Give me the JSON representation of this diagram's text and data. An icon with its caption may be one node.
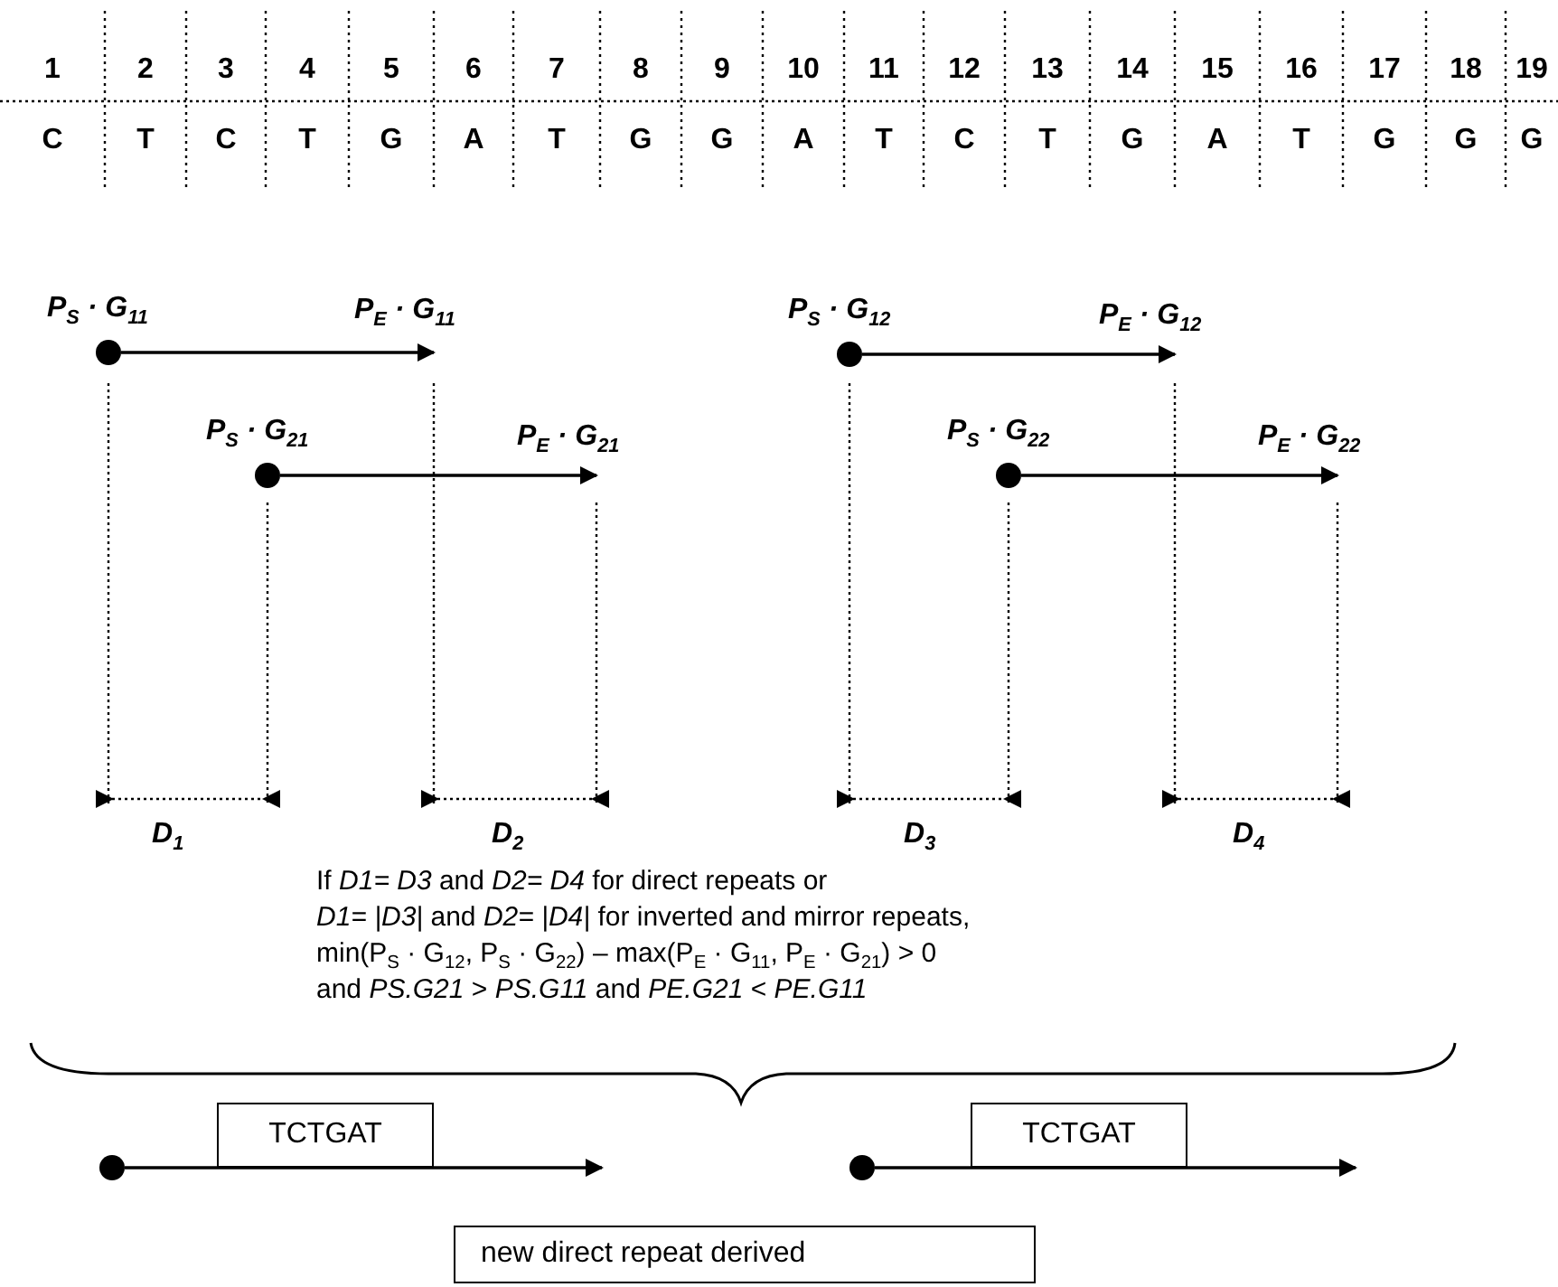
{
  "diagram": {
    "nodes": [
      {
        "text": [],
        "shape": "circle",
        "beside": [
          "P$_{S}$ · G$_{11}$"
        ]
      },
      {
        "text": [],
        "shape": "circle",
        "beside": [
          "P$_{S}$ · G$_{12}$"
        ]
      },
      {
        "text": [],
        "shape": "circle",
        "beside": [
          "P$_{S}$ · G$_{21}$"
        ]
      },
      {
        "text": [],
        "shape": "circle",
        "beside": [
          "P$_{S}$ · G$_{22}$"
        ]
      },
      {
        "text": [],
        "shape": "circle"
      },
      {
        "text": [
          "TCTGAT"
        ]
      },
      {
        "text": [],
        "shape": "circle"
      },
      {
        "text": [
          "TCTGAT"
        ]
      },
      {
        "text": [
          "new direct repeat derived"
        ]
      },
      {
        "text": [
          "P$_{E}$ · G$_{11}$"
        ]
      },
      {
        "text": [
          "P$_{E}$ · G$_{12}$"
        ]
      },
      {
        "text": [
          "P$_{E}$ · G$_{21}$"
        ]
      },
      {
        "text": [
          "P$_{E}$ · G$_{22}$"
        ]
      }
    ],
    "edges": [
      {
        "from": 0,
        "to": 9,
        "arrow": "to"
      },
      {
        "from": 1,
        "to": 10,
        "arrow": "to"
      },
      {
        "from": 2,
        "to": 11,
        "arrow": "to"
      },
      {
        "from": 3,
        "to": 12,
        "arrow": "to"
      },
      {
        "from": 4,
        "to": null,
        "arrow": "to"
      },
      {
        "from": 6,
        "to": null,
        "arrow": "to"
      }
    ],
    "labels": [
      "1",
      "2",
      "3",
      "4",
      "5",
      "6",
      "7",
      "8",
      "9",
      "10",
      "11",
      "12",
      "13",
      "14",
      "15",
      "16",
      "17",
      "18",
      "19",
      "C",
      "T",
      "C",
      "T",
      "G",
      "A",
      "T",
      "G",
      "G",
      "A",
      "T",
      "C",
      "T",
      "G",
      "A",
      "T",
      "G",
      "G",
      "G",
      "D$_{1}$",
      "D$_{2}$",
      "D$_{3}$",
      "D$_{4}$",
      "If *D1= D3* and *D2= D4* for direct repeats or",
      "*D1= |D3|* and *D2= |D4|* for inverted and mirror repeats,",
      "min(P$_{S}$ · G$_{12}$, P$_{S}$ · G$_{22}$) – max(P$_{E}$ · G$_{11}$, P$_{E}$ · G$_{21}$) > 0",
      "and *PS.G21*  > *PS.G11* and  *PE.G21*  < *PE.G11*"
    ]
  }
}
